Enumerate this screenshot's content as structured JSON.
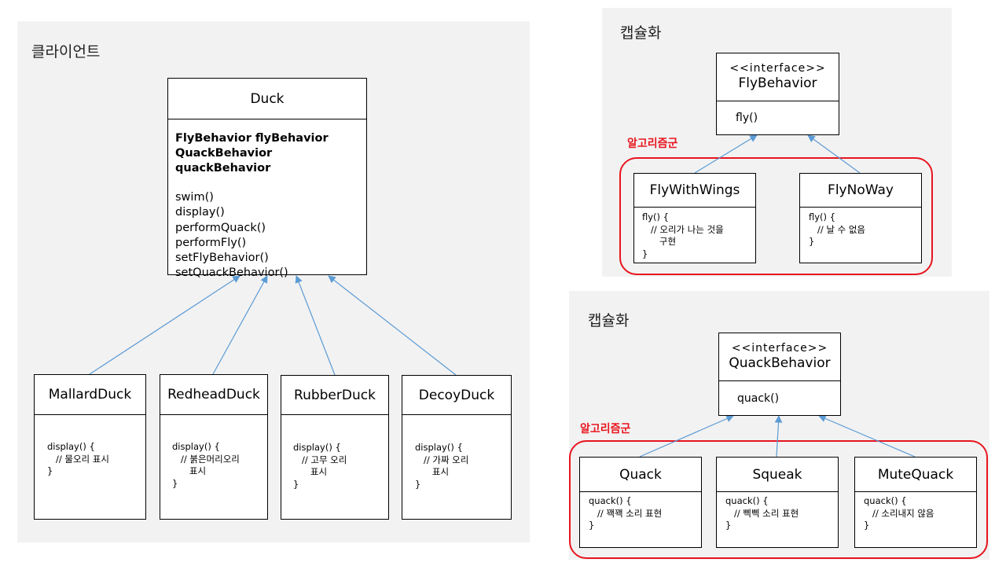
{
  "client": {
    "title": "클라이언트",
    "duck": {
      "name": "Duck",
      "fields": [
        "FlyBehavior flyBehavior",
        "QuackBehavior quackBehavior"
      ],
      "methods": [
        "swim()",
        "display()",
        "performQuack()",
        "performFly()",
        "setFlyBehavior()",
        "setQuackBehavior()"
      ]
    },
    "subclasses": [
      {
        "name": "MallardDuck",
        "code": "display() {\n   // 물오리 표시\n}"
      },
      {
        "name": "RedheadDuck",
        "code": "display() {\n   // 붉은머리오리\n      표시\n}"
      },
      {
        "name": "RubberDuck",
        "code": "display() {\n   // 고무 오리\n      표시\n}"
      },
      {
        "name": "DecoyDuck",
        "code": "display() {\n   // 가짜 오리\n      표시\n}"
      }
    ]
  },
  "fly": {
    "title": "캡슐화",
    "interface": {
      "stereotype": "<<interface>>",
      "name": "FlyBehavior",
      "method": "fly()"
    },
    "group_label": "알고리즘군",
    "impls": [
      {
        "name": "FlyWithWings",
        "code": "fly() {\n   // 오리가 나는 것을\n      구현\n}"
      },
      {
        "name": "FlyNoWay",
        "code": "fly() {\n   // 날 수 없음\n}"
      }
    ]
  },
  "quack": {
    "title": "캡슐화",
    "interface": {
      "stereotype": "<<interface>>",
      "name": "QuackBehavior",
      "method": "quack()"
    },
    "group_label": "알고리즘군",
    "impls": [
      {
        "name": "Quack",
        "code": "quack() {\n   // 꽥꽥 소리 표현\n}"
      },
      {
        "name": "Squeak",
        "code": "quack() {\n   // 삑삑 소리 표현\n}"
      },
      {
        "name": "MuteQuack",
        "code": "quack() {\n   // 소리내지 않음\n}"
      }
    ]
  },
  "colors": {
    "arrow": "#5b9bd5",
    "group_border": "#e8141e",
    "panel_bg": "#f2f2f2"
  }
}
